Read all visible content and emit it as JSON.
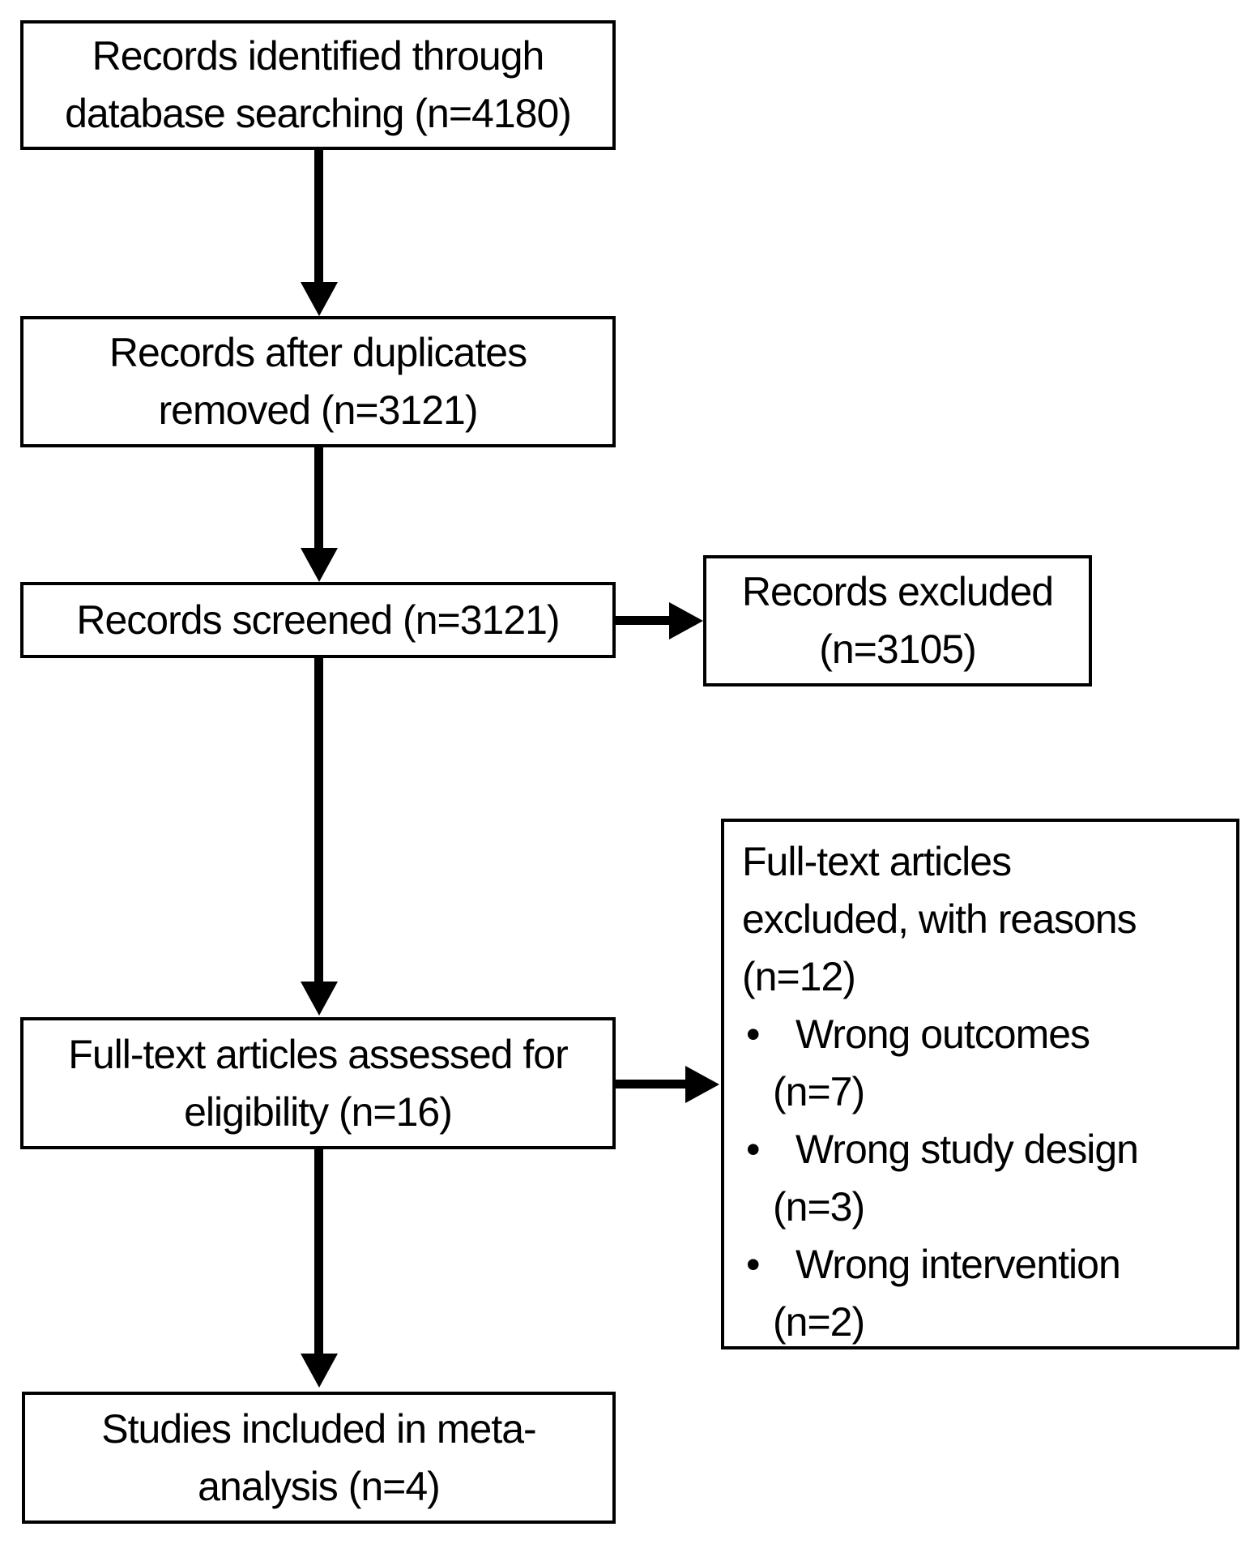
{
  "page": {
    "background_color": "#ffffff",
    "line_color": "#000000",
    "text_color": "#000000"
  },
  "flowchart": {
    "boxes": {
      "identified": {
        "lines": [
          "Records identified through",
          "database searching (n=4180)"
        ]
      },
      "deduplicated": {
        "lines": [
          "Records after duplicates",
          "removed (n=3121)"
        ]
      },
      "screened": {
        "lines": [
          "Records screened (n=3121)"
        ]
      },
      "excluded": {
        "lines": [
          "Records excluded",
          "(n=3105)"
        ]
      },
      "fulltext": {
        "lines": [
          "Full-text articles assessed for",
          "eligibility (n=16)"
        ]
      },
      "reasons": {
        "heading_lines": [
          "Full-text articles",
          "excluded, with reasons",
          "(n=12)"
        ],
        "bullet": "•",
        "items": [
          {
            "text": "Wrong outcomes",
            "count": "(n=7)"
          },
          {
            "text": "Wrong study design",
            "count": "(n=3)"
          },
          {
            "text": "Wrong intervention",
            "count": "(n=2)"
          }
        ]
      },
      "included": {
        "lines": [
          "Studies included in meta-",
          "analysis (n=4)"
        ]
      }
    }
  }
}
